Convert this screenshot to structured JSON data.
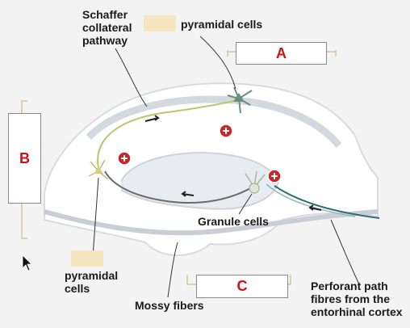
{
  "labels": {
    "schaffer": "Schaffer\ncollateral\npathway",
    "pyramidal_top": "pyramidal cells",
    "pyramidal_bottom": "pyramidal\ncells",
    "granule": "Granule cells",
    "mossy": "Mossy fibers",
    "perforant": "Perforant path\nfibres from the\nentorhinal cortex"
  },
  "answer_boxes": {
    "a": "A",
    "b": "B",
    "c": "C"
  },
  "colors": {
    "box_letter": "#d01010",
    "background": "#f3f3f3",
    "hippocampus_fill": "#ffffff",
    "hippocampus_shadow": "#c9ced6",
    "plus_marker": "#c8282a"
  }
}
